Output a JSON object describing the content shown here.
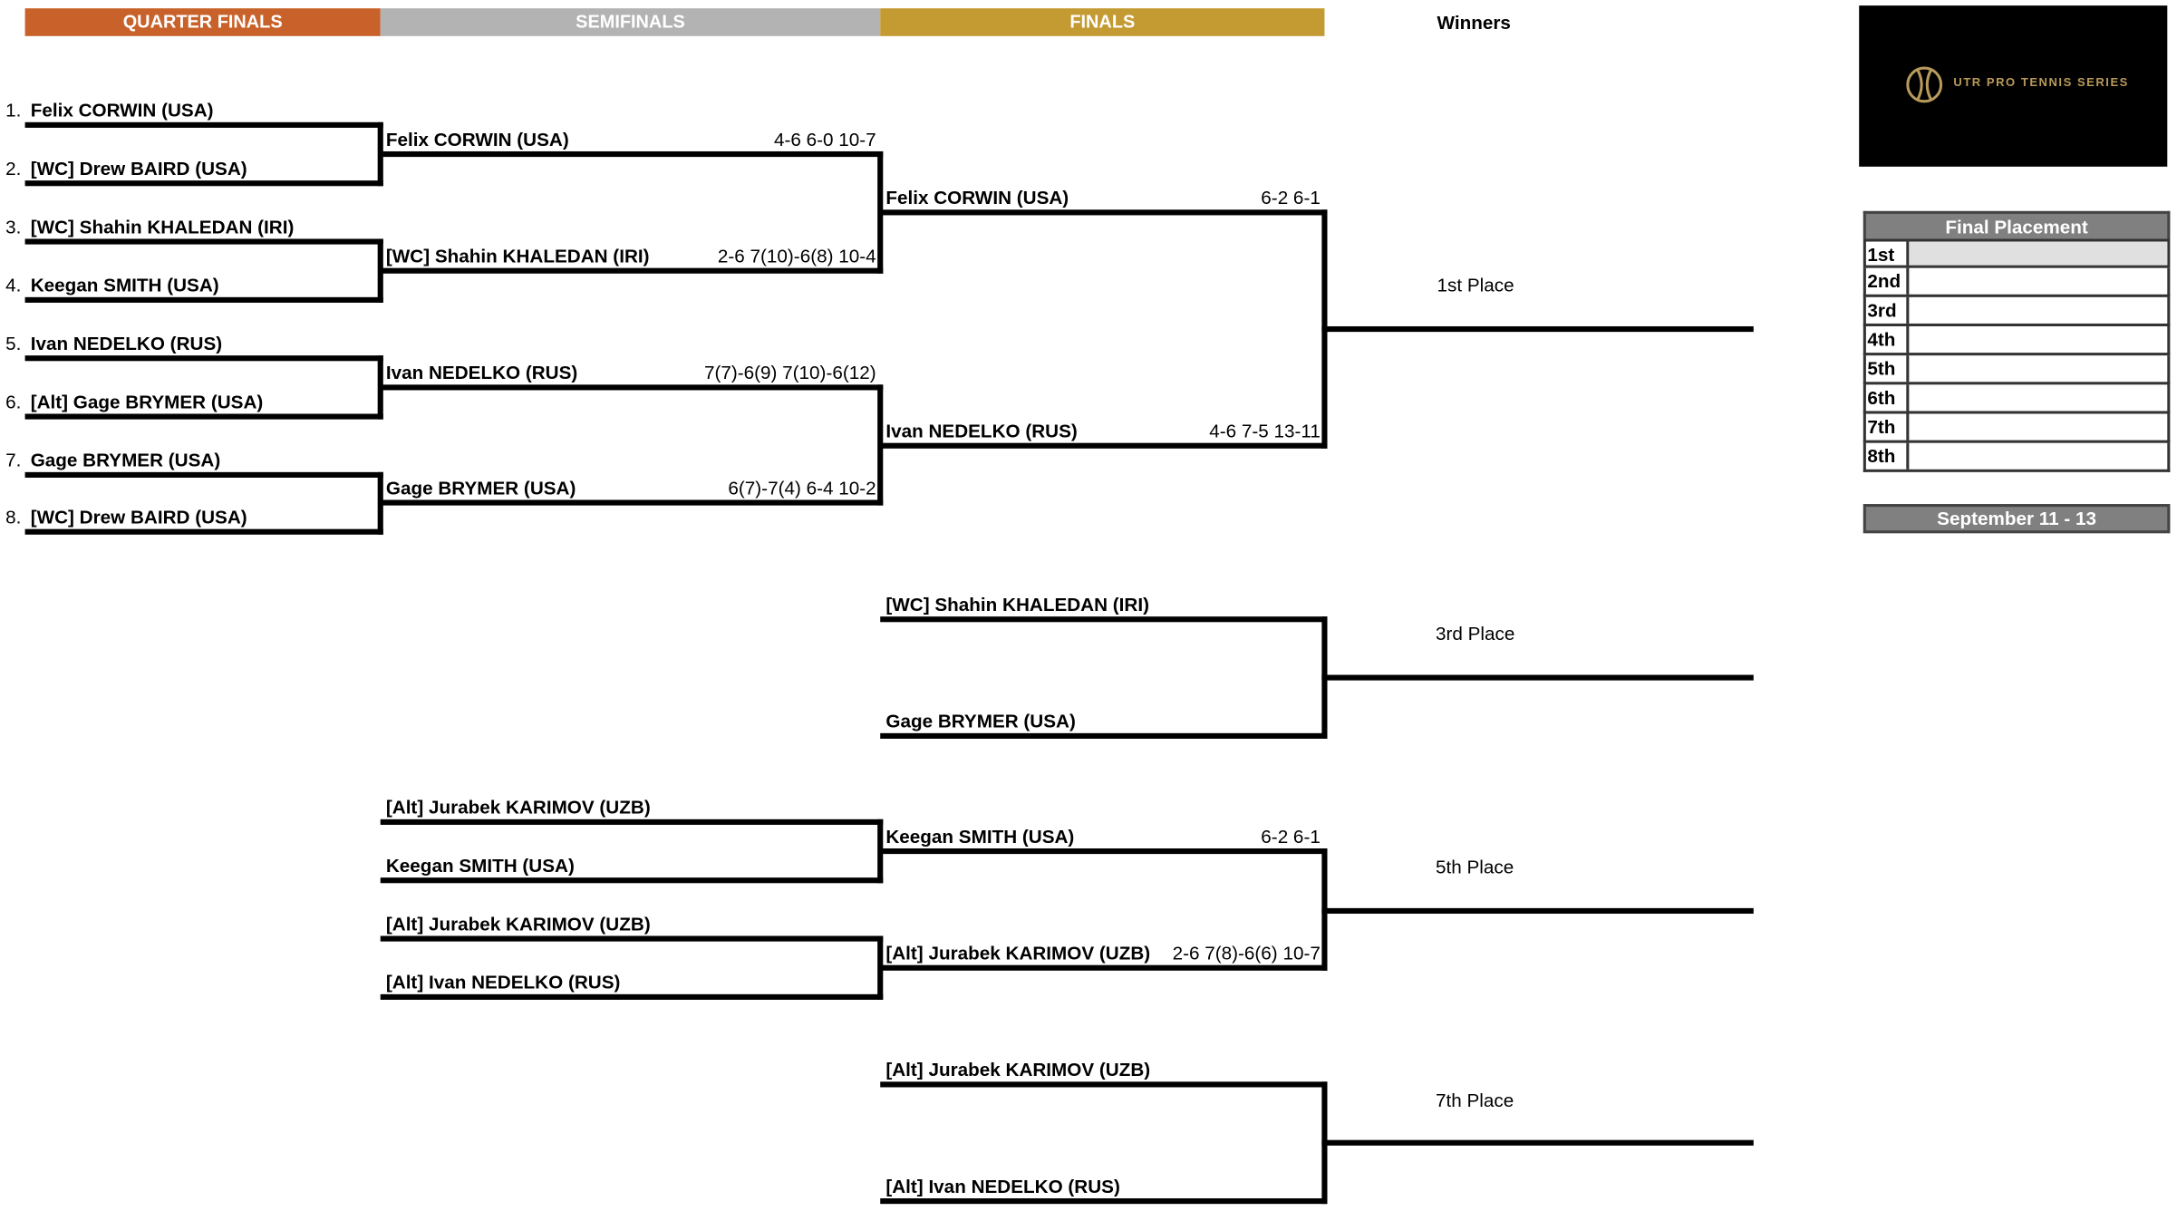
{
  "headers": {
    "quarter_finals": "QUARTER FINALS",
    "semifinals": "SEMIFINALS",
    "finals": "FINALS",
    "winners": "Winners"
  },
  "colors": {
    "quarter_finals": "#c8622a",
    "semifinals": "#b3b3b3",
    "finals": "#c49a32",
    "logo_gold": "#b89a5a"
  },
  "quarterfinals": [
    {
      "seed": "1.",
      "player": "Felix CORWIN (USA)"
    },
    {
      "seed": "2.",
      "player": "[WC] Drew BAIRD (USA)"
    },
    {
      "seed": "3.",
      "player": "[WC] Shahin KHALEDAN (IRI)"
    },
    {
      "seed": "4.",
      "player": "Keegan SMITH (USA)"
    },
    {
      "seed": "5.",
      "player": "Ivan NEDELKO (RUS)"
    },
    {
      "seed": "6.",
      "player": "[Alt] Gage BRYMER (USA)"
    },
    {
      "seed": "7.",
      "player": "Gage BRYMER (USA)"
    },
    {
      "seed": "8.",
      "player": "[WC] Drew BAIRD (USA)"
    }
  ],
  "semifinals": [
    {
      "player": "Felix CORWIN (USA)",
      "score": "4-6 6-0 10-7"
    },
    {
      "player": "[WC] Shahin KHALEDAN (IRI)",
      "score": "2-6 7(10)-6(8) 10-4"
    },
    {
      "player": "Ivan NEDELKO (RUS)",
      "score": "7(7)-6(9) 7(10)-6(12)"
    },
    {
      "player": "Gage BRYMER (USA)",
      "score": "6(7)-7(4) 6-4 10-2"
    }
  ],
  "finals": [
    {
      "player": "Felix CORWIN (USA)",
      "score": "6-2 6-1"
    },
    {
      "player": "Ivan NEDELKO (RUS)",
      "score": "4-6 7-5 13-11"
    }
  ],
  "third_place": {
    "label": "3rd Place",
    "players": [
      "[WC] Shahin KHALEDAN (IRI)",
      "Gage BRYMER (USA)"
    ]
  },
  "first_place_label": "1st Place",
  "consolation": {
    "entries": [
      "[Alt] Jurabek KARIMOV (UZB)",
      "Keegan SMITH (USA)",
      "[Alt] Jurabek KARIMOV (UZB)",
      "[Alt] Ivan NEDELKO (RUS)"
    ],
    "fifth_label": "5th Place",
    "fifth_finalists": [
      {
        "player": "Keegan SMITH (USA)",
        "score": "6-2 6-1"
      },
      {
        "player": "[Alt] Jurabek KARIMOV (UZB)",
        "score": "2-6 7(8)-6(6) 10-7"
      }
    ],
    "seventh_label": "7th Place",
    "seventh_finalists": [
      "[Alt] Jurabek KARIMOV (UZB)",
      "[Alt] Ivan NEDELKO (RUS)"
    ]
  },
  "logo": {
    "text": "UTR PRO TENNIS SERIES"
  },
  "placement": {
    "title": "Final Placement",
    "rows": [
      "1st",
      "2nd",
      "3rd",
      "4th",
      "5th",
      "6th",
      "7th",
      "8th"
    ]
  },
  "dates": "September 11 - 13"
}
